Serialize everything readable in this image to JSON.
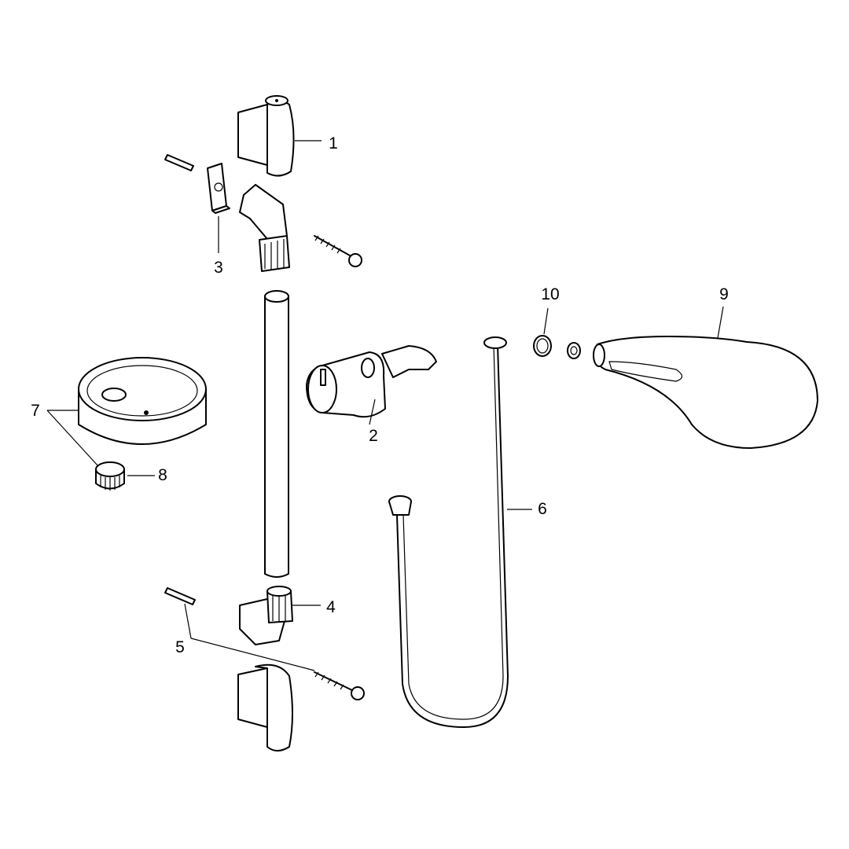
{
  "diagram": {
    "type": "exploded-parts-view",
    "colors": {
      "line": "#000000",
      "background": "#ffffff"
    },
    "callouts": [
      {
        "id": "1",
        "label": "1"
      },
      {
        "id": "2",
        "label": "2"
      },
      {
        "id": "3",
        "label": "3"
      },
      {
        "id": "4",
        "label": "4"
      },
      {
        "id": "5",
        "label": "5"
      },
      {
        "id": "6",
        "label": "6"
      },
      {
        "id": "7",
        "label": "7"
      },
      {
        "id": "8",
        "label": "8"
      },
      {
        "id": "9",
        "label": "9"
      },
      {
        "id": "10",
        "label": "10"
      }
    ]
  }
}
